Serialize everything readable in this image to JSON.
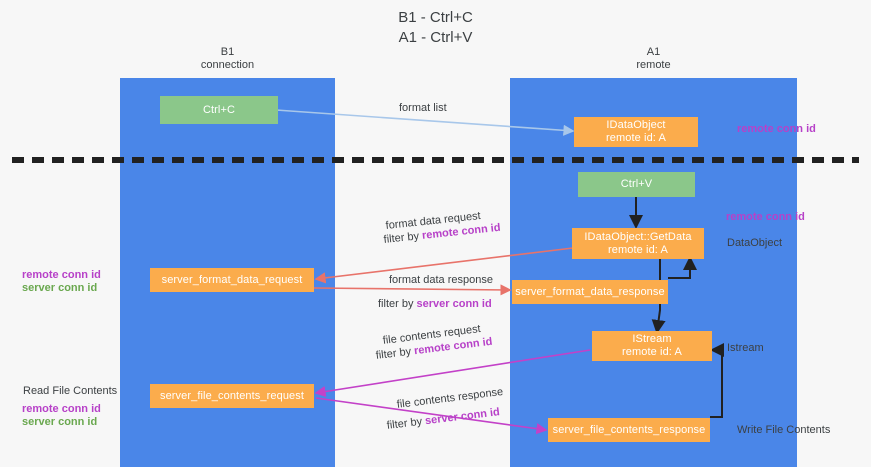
{
  "title": "B1 - Ctrl+C\nA1 - Ctrl+V",
  "lanes": [
    {
      "id": "b1",
      "label": "B1\nconnection"
    },
    {
      "id": "a1",
      "label": "A1\nremote"
    }
  ],
  "nodes": [
    {
      "id": "ctrl-c",
      "label": "Ctrl+C"
    },
    {
      "id": "idataobject",
      "label": "IDataObject\nremote id: A"
    },
    {
      "id": "ctrl-v",
      "label": "Ctrl+V"
    },
    {
      "id": "idataobject-getdata",
      "label": "IDataObject::GetData\nremote id: A"
    },
    {
      "id": "server-format-data-request",
      "label": "server_format_data_request"
    },
    {
      "id": "server-format-data-response",
      "label": "server_format_data_response"
    },
    {
      "id": "istream",
      "label": "IStream\nremote id: A"
    },
    {
      "id": "server-file-contents-request",
      "label": "server_file_contents_request"
    },
    {
      "id": "server-file-contents-response",
      "label": "server_file_contents_response"
    }
  ],
  "edge_labels": {
    "format_list": "format list",
    "format_data_request": "format data request",
    "format_data_request_filter_prefix": "filter by ",
    "format_data_request_filter_key": "remote conn id",
    "format_data_response": "format data response",
    "format_data_response_filter_prefix": "filter by ",
    "format_data_response_filter_key": "server conn id",
    "file_contents_request": "file contents request",
    "file_contents_request_filter_prefix": "filter by ",
    "file_contents_request_filter_key": "remote conn id",
    "file_contents_response": "file contents response",
    "file_contents_response_filter_prefix": "filter by ",
    "file_contents_response_filter_key": "server conn id"
  },
  "annotations": {
    "right_remote_conn_id_top": "remote conn id",
    "right_remote_conn_id_mid": "remote conn id",
    "right_dataobject": "DataObject",
    "right_istream": "Istream",
    "right_write_file_contents": "Write File Contents",
    "left_remote_conn_id_mid": "remote conn id",
    "left_server_conn_id_mid": "server conn id",
    "left_read_file_contents": "Read File Contents",
    "left_remote_conn_id_bottom": "remote conn id",
    "left_server_conn_id_bottom": "server conn id"
  },
  "colors": {
    "lane": "#4a86e8",
    "green_node": "#8bc78a",
    "orange_node": "#fbac4c",
    "purple_key": "#b741c8",
    "green_key": "#6aa84f",
    "arrow_blue": "#a8c7ea",
    "arrow_red": "#e8736a",
    "arrow_magenta": "#c341c8",
    "arrow_black": "#212121",
    "background": "#f7f7f7",
    "text": "#3c4043"
  }
}
